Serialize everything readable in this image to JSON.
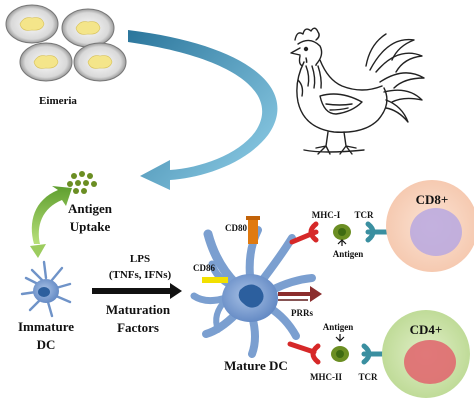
{
  "labels": {
    "eimeria": "Eimeria",
    "antigen_uptake_line1": "Antigen",
    "antigen_uptake_line2": "Uptake",
    "immature_dc_line1": "Immature",
    "immature_dc_line2": "DC",
    "lps": "LPS",
    "tnfs_ifns": "(TNFs, IFNs)",
    "maturation_line1": "Maturation",
    "maturation_line2": "Factors",
    "mature_dc": "Mature DC",
    "cd80": "CD80",
    "cd86": "CD86",
    "prrs": "PRRs",
    "mhc1": "MHC-I",
    "mhc2": "MHC-II",
    "tcr_top": "TCR",
    "tcr_bottom": "TCR",
    "antigen_top": "Antigen",
    "antigen_bottom": "Antigen",
    "cd8": "CD8+",
    "cd4": "CD4+"
  },
  "colors": {
    "dish_yellow": "#f4e58a",
    "big_arrow": "#4a9fc4",
    "green_arrow": "#7cc04a",
    "antigen_dot": "#6b8e23",
    "dc_body": "#7b9fd0",
    "dc_nucleus": "#2c5f9e",
    "cd80": "#e07a10",
    "cd86": "#f2e000",
    "prrs": "#8b2d2d",
    "mhc": "#d62828",
    "tcr": "#3a8fa0",
    "cd8_cell": "#f7cdb7",
    "cd8_nucleus": "#b9a8e0",
    "cd4_cell": "#c5e0a0",
    "cd4_nucleus": "#e06a70"
  }
}
